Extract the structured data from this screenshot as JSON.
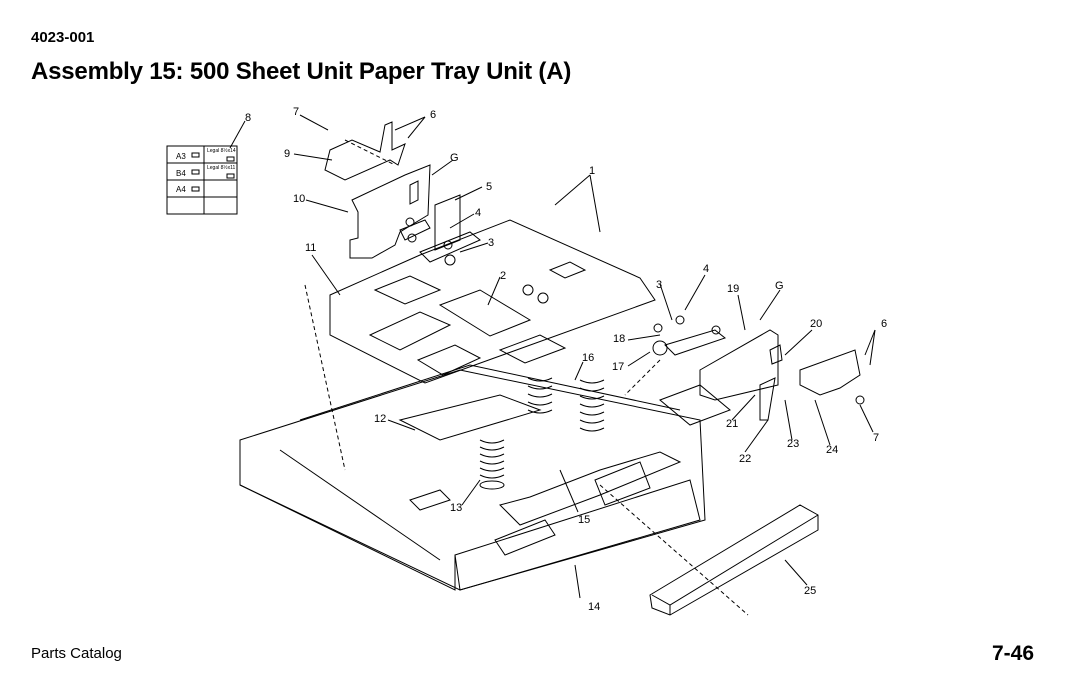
{
  "header": {
    "doc_number": "4023-001",
    "title": "Assembly 15:  500 Sheet Unit Paper Tray Unit (A)"
  },
  "footer": {
    "left": "Parts Catalog",
    "page": "7-46"
  },
  "label_card": {
    "cells": [
      "A3",
      "Legal 8½x14",
      "B4",
      "Legal 8½x11",
      "A4",
      ""
    ]
  },
  "callouts": [
    "1",
    "2",
    "3",
    "3",
    "4",
    "4",
    "5",
    "6",
    "6",
    "7",
    "7",
    "8",
    "9",
    "10",
    "11",
    "12",
    "13",
    "14",
    "15",
    "16",
    "17",
    "18",
    "19",
    "20",
    "21",
    "22",
    "23",
    "24",
    "25",
    "G",
    "G"
  ]
}
